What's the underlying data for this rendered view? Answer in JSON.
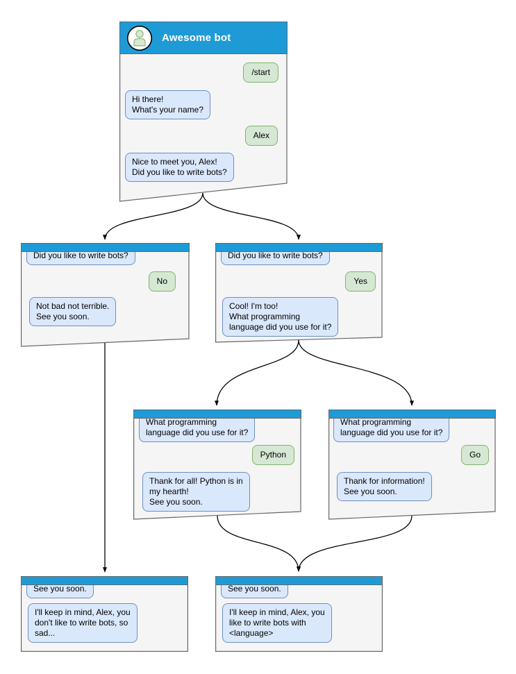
{
  "bot": {
    "name": "Awesome bot"
  },
  "icons": {
    "avatar": "person-in-circle-icon"
  },
  "colors": {
    "header_blue": "#1E9BD7",
    "window_fill": "#F5F5F5",
    "window_border": "#666666",
    "bot_bubble_fill": "#DAE8FC",
    "bot_bubble_border": "#6C8EBF",
    "user_bubble_fill": "#D5E8D4",
    "user_bubble_border": "#82B366",
    "arrow": "#000000"
  },
  "windows": [
    {
      "id": "start",
      "title": "Awesome bot",
      "messages": [
        {
          "from": "user",
          "text": "/start"
        },
        {
          "from": "bot",
          "text": "Hi there!\nWhat's your name?"
        },
        {
          "from": "user",
          "text": "Alex"
        },
        {
          "from": "bot",
          "text": "Nice to meet you, Alex!\nDid you like to write bots?"
        }
      ]
    },
    {
      "id": "branch-no",
      "title": "",
      "messages": [
        {
          "from": "bot",
          "text": "Did you like to write bots?"
        },
        {
          "from": "user",
          "text": "No"
        },
        {
          "from": "bot",
          "text": "Not bad not terrible.\nSee you soon."
        }
      ]
    },
    {
      "id": "branch-yes",
      "title": "",
      "messages": [
        {
          "from": "bot",
          "text": "Did you like to write bots?"
        },
        {
          "from": "user",
          "text": "Yes"
        },
        {
          "from": "bot",
          "text": "Cool! I'm too!\nWhat programming\nlanguage did you use for it?"
        }
      ]
    },
    {
      "id": "branch-python",
      "title": "",
      "messages": [
        {
          "from": "bot",
          "text": "What programming\nlanguage did you use for it?"
        },
        {
          "from": "user",
          "text": "Python"
        },
        {
          "from": "bot",
          "text": "Thank for all! Python is in\nmy hearth!\nSee you soon."
        }
      ]
    },
    {
      "id": "branch-go",
      "title": "",
      "messages": [
        {
          "from": "bot",
          "text": "What programming\nlanguage did you use for it?"
        },
        {
          "from": "user",
          "text": "Go"
        },
        {
          "from": "bot",
          "text": "Thank for information!\nSee you soon."
        }
      ]
    },
    {
      "id": "end-no",
      "title": "",
      "messages": [
        {
          "from": "bot",
          "text": "See you soon."
        },
        {
          "from": "bot",
          "text": "I'll keep in mind, Alex, you\ndon't like to write bots, so\nsad..."
        }
      ]
    },
    {
      "id": "end-yes",
      "title": "",
      "messages": [
        {
          "from": "bot",
          "text": "See you soon."
        },
        {
          "from": "bot",
          "text": "I'll keep in mind, Alex, you\nlike to write bots with\n<language>"
        }
      ]
    }
  ]
}
